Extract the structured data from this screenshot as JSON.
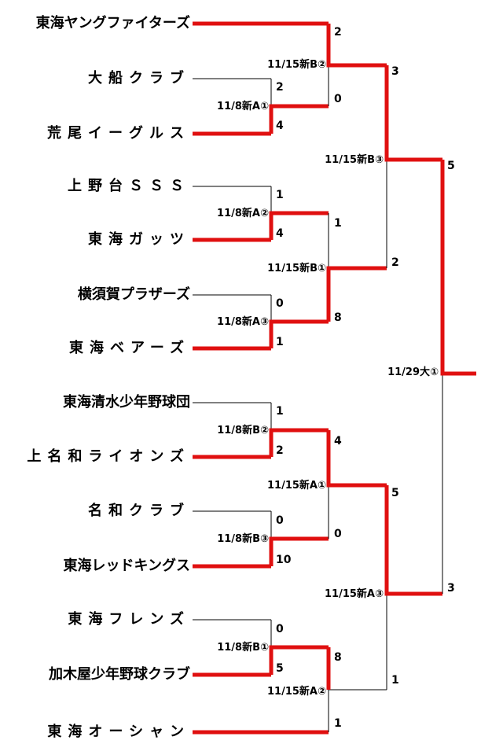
{
  "teams": [
    {
      "name": "東海ヤングファイターズ",
      "spaced": false
    },
    {
      "name": "大船クラブ",
      "spaced": true
    },
    {
      "name": "荒尾イーグルス",
      "spaced": true
    },
    {
      "name": "上野台ＳＳＳ",
      "spaced": true
    },
    {
      "name": "東海ガッツ",
      "spaced": true
    },
    {
      "name": "横須賀プラザーズ",
      "spaced": false
    },
    {
      "name": "東海ベアーズ",
      "spaced": true
    },
    {
      "name": "東海清水少年野球団",
      "spaced": false
    },
    {
      "name": "上名和ライオンズ",
      "spaced": true
    },
    {
      "name": "名和クラブ",
      "spaced": true
    },
    {
      "name": "東海レッドキングス",
      "spaced": false
    },
    {
      "name": "東海フレンズ",
      "spaced": true
    },
    {
      "name": "加木屋少年野球クラブ",
      "spaced": false
    },
    {
      "name": "東海オーシャン",
      "spaced": true
    }
  ],
  "matches": {
    "r1": [
      {
        "label": "11/8新A①",
        "top_score": "2",
        "bottom_score": "4",
        "winner": "bottom"
      },
      {
        "label": "11/8新A②",
        "top_score": "1",
        "bottom_score": "4",
        "winner": "bottom"
      },
      {
        "label": "11/8新A③",
        "top_score": "0",
        "bottom_score": "1",
        "winner": "bottom"
      },
      {
        "label": "11/8新B②",
        "top_score": "1",
        "bottom_score": "2",
        "winner": "bottom"
      },
      {
        "label": "11/8新B③",
        "top_score": "0",
        "bottom_score": "10",
        "winner": "bottom"
      },
      {
        "label": "11/8新B①",
        "top_score": "0",
        "bottom_score": "5",
        "winner": "bottom"
      }
    ],
    "r2": [
      {
        "label": "11/15新B②",
        "top_score": "2",
        "bottom_score": "0",
        "winner": "top"
      },
      {
        "label": "11/15新B①",
        "top_score": "1",
        "bottom_score": "8",
        "winner": "bottom"
      },
      {
        "label": "11/15新A①",
        "top_score": "4",
        "bottom_score": "0",
        "winner": "top"
      },
      {
        "label": "11/15新A②",
        "top_score": "8",
        "bottom_score": "1",
        "winner": "top"
      }
    ],
    "r3": [
      {
        "label": "11/15新B③",
        "top_score": "3",
        "bottom_score": "2",
        "winner": "top"
      },
      {
        "label": "11/15新A③",
        "top_score": "5",
        "bottom_score": "1",
        "winner": "top"
      }
    ],
    "final": {
      "label": "11/29大①",
      "top_score": "5",
      "bottom_score": "3",
      "winner": "top"
    }
  },
  "colors": {
    "winner_line": "#e01010",
    "loser_line": "#000000"
  }
}
